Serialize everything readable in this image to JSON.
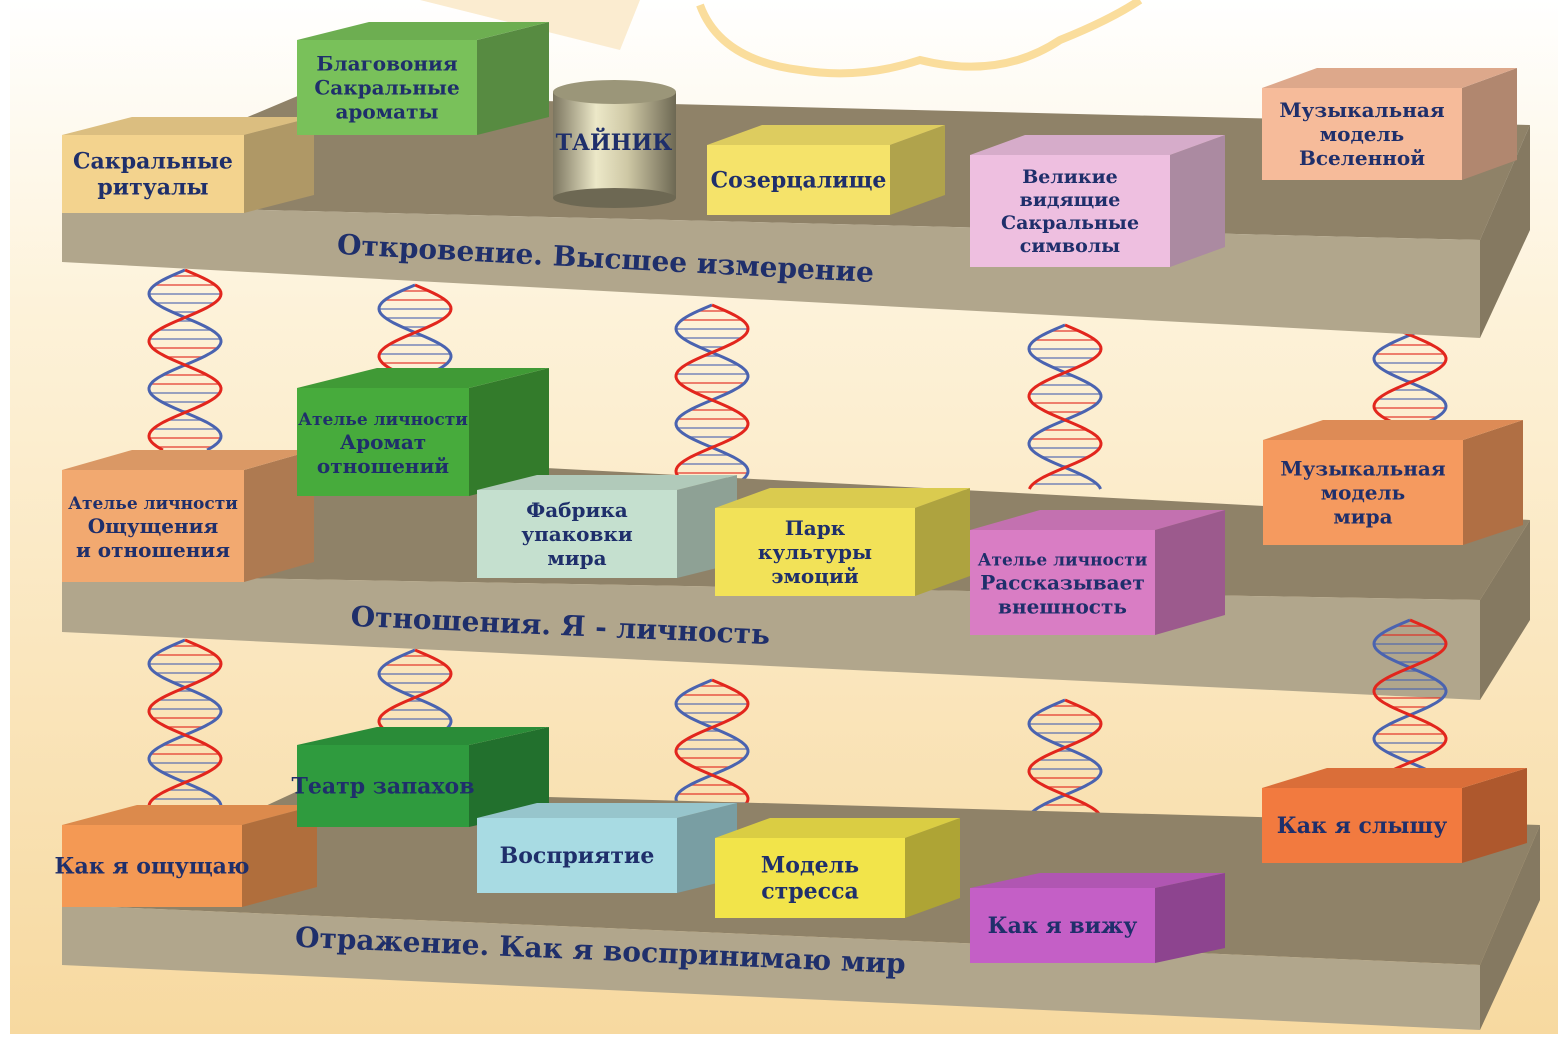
{
  "colors": {
    "platform_top": "#8f8268",
    "platform_front": "#b1a68c",
    "title_text": "#1f2f6b",
    "helix_red": "#e2261d",
    "helix_blue": "#4a63b0"
  },
  "levels": [
    {
      "title": "Откровение. Высшее измерение",
      "blocks": [
        {
          "lines": [
            "Сакральные",
            "ритуалы"
          ],
          "color": "#f3d38e"
        },
        {
          "lines": [
            "Благовония",
            "Сакральные",
            "ароматы"
          ],
          "color": "#79c15a"
        },
        {
          "lines": [
            "Созерцалище"
          ],
          "color": "#f5e36a"
        },
        {
          "lines": [
            "Великие",
            "видящие",
            "Сакральные",
            "символы"
          ],
          "color": "#eebfe0"
        },
        {
          "lines": [
            "Музыкальная",
            "модель",
            "Вселенной"
          ],
          "color": "#f6bb9a"
        }
      ],
      "cylinder": {
        "label": "ТАЙНИК"
      }
    },
    {
      "title": "Отношения. Я - личность",
      "blocks": [
        {
          "lines": [
            "Ателье личности",
            "Ощущения",
            "и отношения"
          ],
          "color": "#f2a970"
        },
        {
          "lines": [
            "Ателье личности",
            "Аромат",
            "отношений"
          ],
          "color": "#47ab3c"
        },
        {
          "lines": [
            "Фабрика",
            "упаковки",
            "мира"
          ],
          "color": "#c5e0cf"
        },
        {
          "lines": [
            "Парк",
            "культуры",
            "эмоций"
          ],
          "color": "#f2e258"
        },
        {
          "lines": [
            "Ателье личности",
            "Рассказывает",
            "внешность"
          ],
          "color": "#d97dc4"
        },
        {
          "lines": [
            "Музыкальная",
            "модель",
            "мира"
          ],
          "color": "#f59a5f"
        }
      ]
    },
    {
      "title": "Отражение. Как я воспринимаю мир",
      "blocks": [
        {
          "lines": [
            "Как я ощущаю"
          ],
          "color": "#f49954"
        },
        {
          "lines": [
            "Театр запахов"
          ],
          "color": "#2f9b3e"
        },
        {
          "lines": [
            "Восприятие"
          ],
          "color": "#a8dbe3"
        },
        {
          "lines": [
            "Модель",
            "стресса"
          ],
          "color": "#f2e44a"
        },
        {
          "lines": [
            "Как я вижу"
          ],
          "color": "#c45fc6"
        },
        {
          "lines": [
            "Как я слышу"
          ],
          "color": "#f27a3f"
        }
      ]
    }
  ]
}
